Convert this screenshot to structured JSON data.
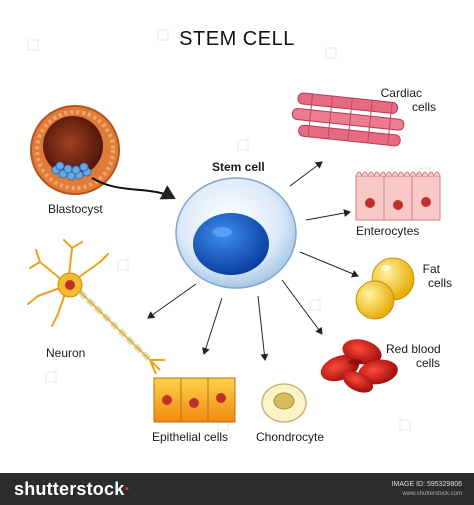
{
  "title": "STEM CELL",
  "center": {
    "label": "Stem cell"
  },
  "cells": {
    "blastocyst": "Blastocyst",
    "cardiac_line1": "Cardiac",
    "cardiac_line2": "cells",
    "enterocytes": "Enterocytes",
    "fat_line1": "Fat",
    "fat_line2": "cells",
    "red_line1": "Red blood",
    "red_line2": "cells",
    "chondrocyte": "Chondrocyte",
    "epithelial": "Epithelial cells",
    "neuron": "Neuron"
  },
  "footer": {
    "brand_main": "shutterstock",
    "brand_dot": "·",
    "image_id": "IMAGE ID: 595329806",
    "credit": "www.shutterstock.com"
  },
  "colors": {
    "nucleus_blue": "#1a63c9",
    "membrane_blue": "#c9e0f5",
    "red_blood": "#d01818",
    "fat_yellow": "#f5cc1a",
    "cardiac_pink": "#e0647a",
    "neuron_orange": "#f0a020",
    "footer_bg": "#2c2c2c"
  }
}
